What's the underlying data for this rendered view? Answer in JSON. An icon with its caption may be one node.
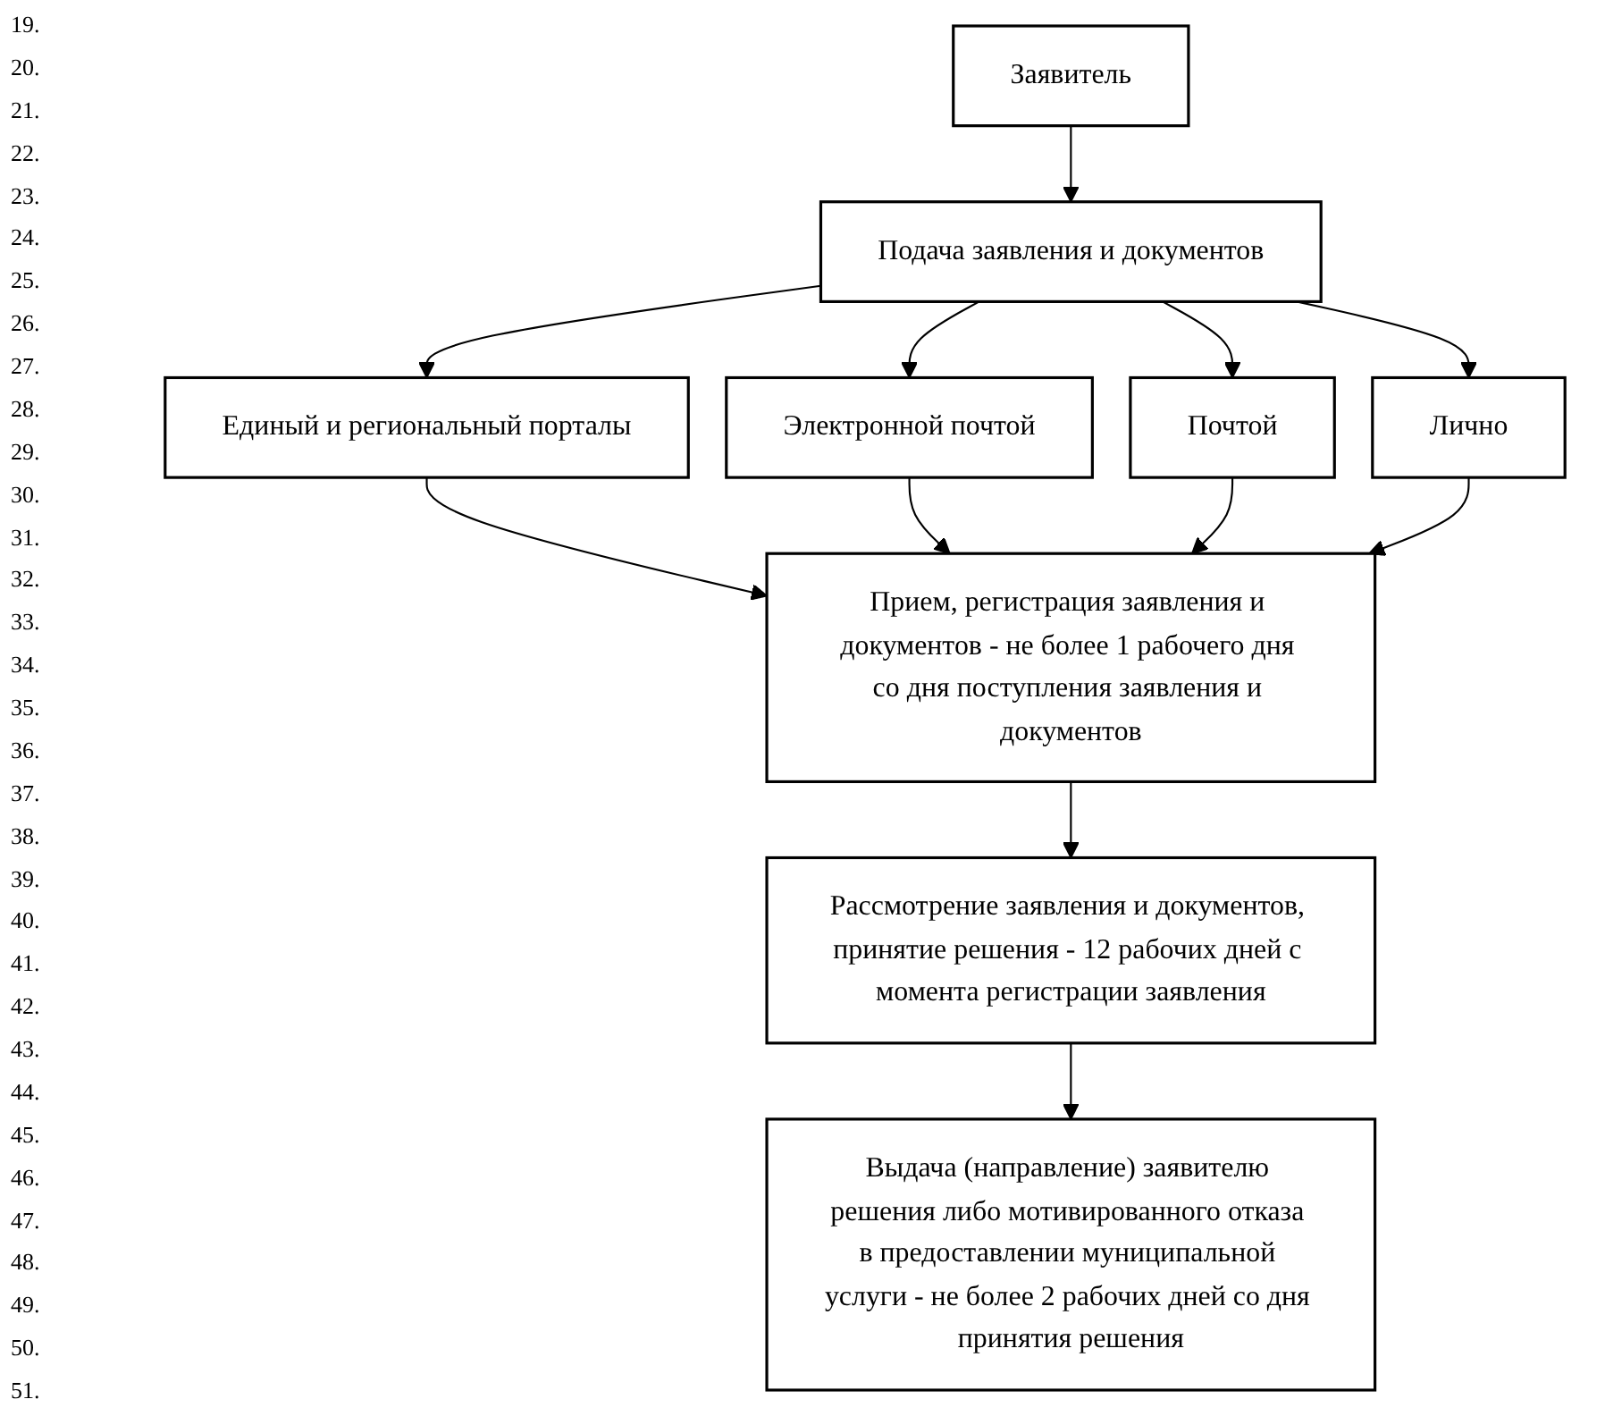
{
  "diagram": {
    "nodes": [
      {
        "text": [
          "Заявитель"
        ]
      },
      {
        "text": [
          "Подача заявления и документов"
        ]
      },
      {
        "text": [
          "Единый и региональный порталы"
        ]
      },
      {
        "text": [
          "Электронной почтой"
        ]
      },
      {
        "text": [
          "Почтой"
        ]
      },
      {
        "text": [
          "Лично"
        ]
      },
      {
        "text": [
          "Прием, регистрация заявления и документов - не более 1 рабочего дня со дня поступления заявления и документов"
        ]
      },
      {
        "text": [
          "Рассмотрение заявления и документов, принятие решения - 12 рабочих дней с момента регистрации заявления"
        ]
      },
      {
        "text": [
          "Выдача (направление) заявителю решения либо мотивированного отказа в предоставлении муниципальной услуги - не более 2 рабочих дней со дня принятия решения"
        ]
      }
    ],
    "edges": [
      {
        "from": 0,
        "to": 1,
        "arrow": "to"
      },
      {
        "from": 1,
        "to": 2,
        "arrow": "to"
      },
      {
        "from": 1,
        "to": 3,
        "arrow": "to"
      },
      {
        "from": 1,
        "to": 4,
        "arrow": "to"
      },
      {
        "from": 1,
        "to": 5,
        "arrow": "to"
      },
      {
        "from": 2,
        "to": 6,
        "arrow": "to"
      },
      {
        "from": 3,
        "to": 6,
        "arrow": "to"
      },
      {
        "from": 4,
        "to": 6,
        "arrow": "to"
      },
      {
        "from": 5,
        "to": 6,
        "arrow": "to"
      },
      {
        "from": 6,
        "to": 7,
        "arrow": "to"
      },
      {
        "from": 7,
        "to": 8,
        "arrow": "to"
      }
    ],
    "labels": [
      "19.",
      "20.",
      "21.",
      "22.",
      "23.",
      "24.",
      "25.",
      "26.",
      "27.",
      "28.",
      "29.",
      "30.",
      "31.",
      "32.",
      "33.",
      "34.",
      "35.",
      "36.",
      "37.",
      "38.",
      "39.",
      "40.",
      "41.",
      "42.",
      "43.",
      "44.",
      "45.",
      "46.",
      "47.",
      "48.",
      "49.",
      "50.",
      "51."
    ]
  }
}
